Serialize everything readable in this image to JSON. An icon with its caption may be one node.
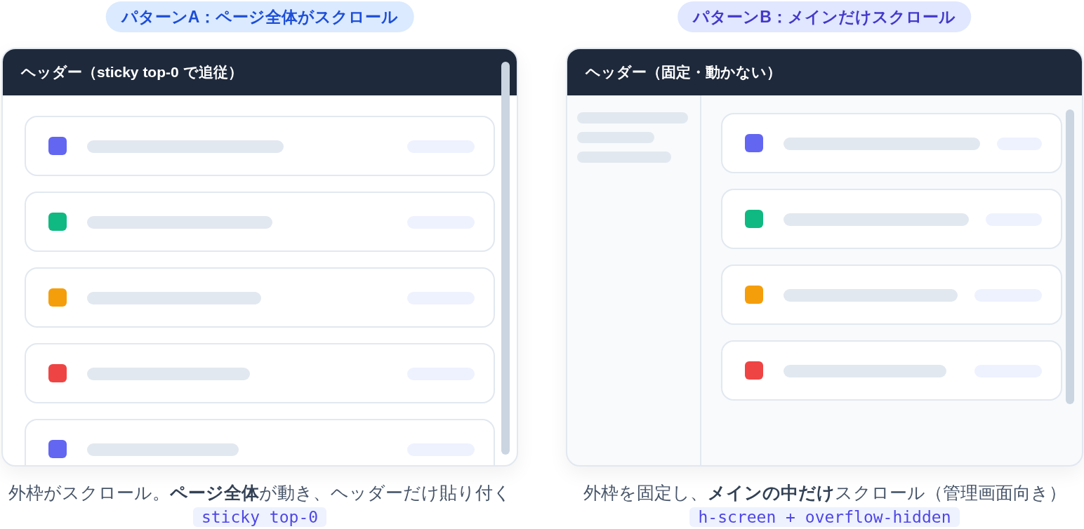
{
  "diagram": {
    "nodes": [
      {
        "text": [
          "パターンA：ページ全体がスクロール"
        ]
      },
      {
        "text": [
          "ヘッダー（sticky top-0 で追従）"
        ],
        "beside": [
          "外枠がスクロール。**ページ全体**が動き、ヘッダーだけ貼り付く",
          "sticky top-0"
        ]
      },
      {
        "text": [],
        "shape": "box",
        "in": 1
      },
      {
        "text": [],
        "shape": "box",
        "in": 1
      },
      {
        "text": [],
        "shape": "box",
        "in": 1
      },
      {
        "text": [],
        "shape": "box",
        "in": 1
      },
      {
        "text": [],
        "shape": "box",
        "in": 1
      },
      {
        "text": [
          "パターンB：メインだけスクロール"
        ]
      },
      {
        "text": [
          "ヘッダー（固定・動かない）"
        ],
        "beside": [
          "外枠を固定し、**メインの中だけ**スクロール（管理画面向き）",
          "h-screen + overflow-hidden"
        ]
      },
      {
        "text": [],
        "shape": "box",
        "in": 8
      },
      {
        "text": [],
        "shape": "box",
        "in": 8
      },
      {
        "text": [],
        "shape": "box",
        "in": 8
      },
      {
        "text": [],
        "shape": "box",
        "in": 8
      }
    ]
  }
}
